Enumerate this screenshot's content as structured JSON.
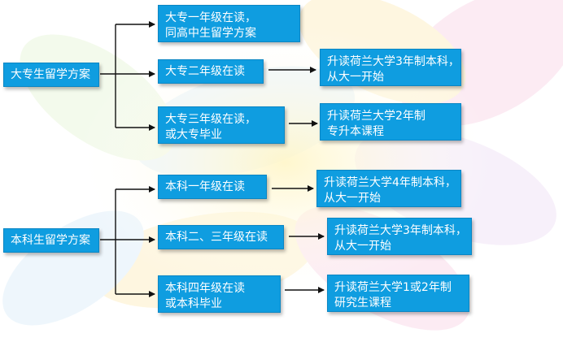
{
  "colors": {
    "box": "#0f9de0",
    "line": "#111111"
  },
  "group1": {
    "root": "大专生留学方案",
    "stage1": {
      "line1": "大专一年级在读，",
      "line2": "同高中生留学方案"
    },
    "stage2": {
      "line1": "大专二年级在读"
    },
    "stage3": {
      "line1": "大专三年级在读，",
      "line2": "或大专毕业"
    },
    "result2": {
      "line1": "升读荷兰大学3年制本科，",
      "line2": "从大一开始"
    },
    "result3": {
      "line1": "升读荷兰大学2年制",
      "line2": "专升本课程"
    }
  },
  "group2": {
    "root": "本科生留学方案",
    "stage1": {
      "line1": "本科一年级在读"
    },
    "stage2": {
      "line1": "本科二、三年级在读"
    },
    "stage3": {
      "line1": "本科四年级在读",
      "line2": "或本科毕业"
    },
    "result1": {
      "line1": "升读荷兰大学4年制本科，",
      "line2": "从大一开始"
    },
    "result2": {
      "line1": "升读荷兰大学3年制本科，",
      "line2": "从大一开始"
    },
    "result3": {
      "line1": "升读荷兰大学1或2年制",
      "line2": "研究生课程"
    }
  }
}
